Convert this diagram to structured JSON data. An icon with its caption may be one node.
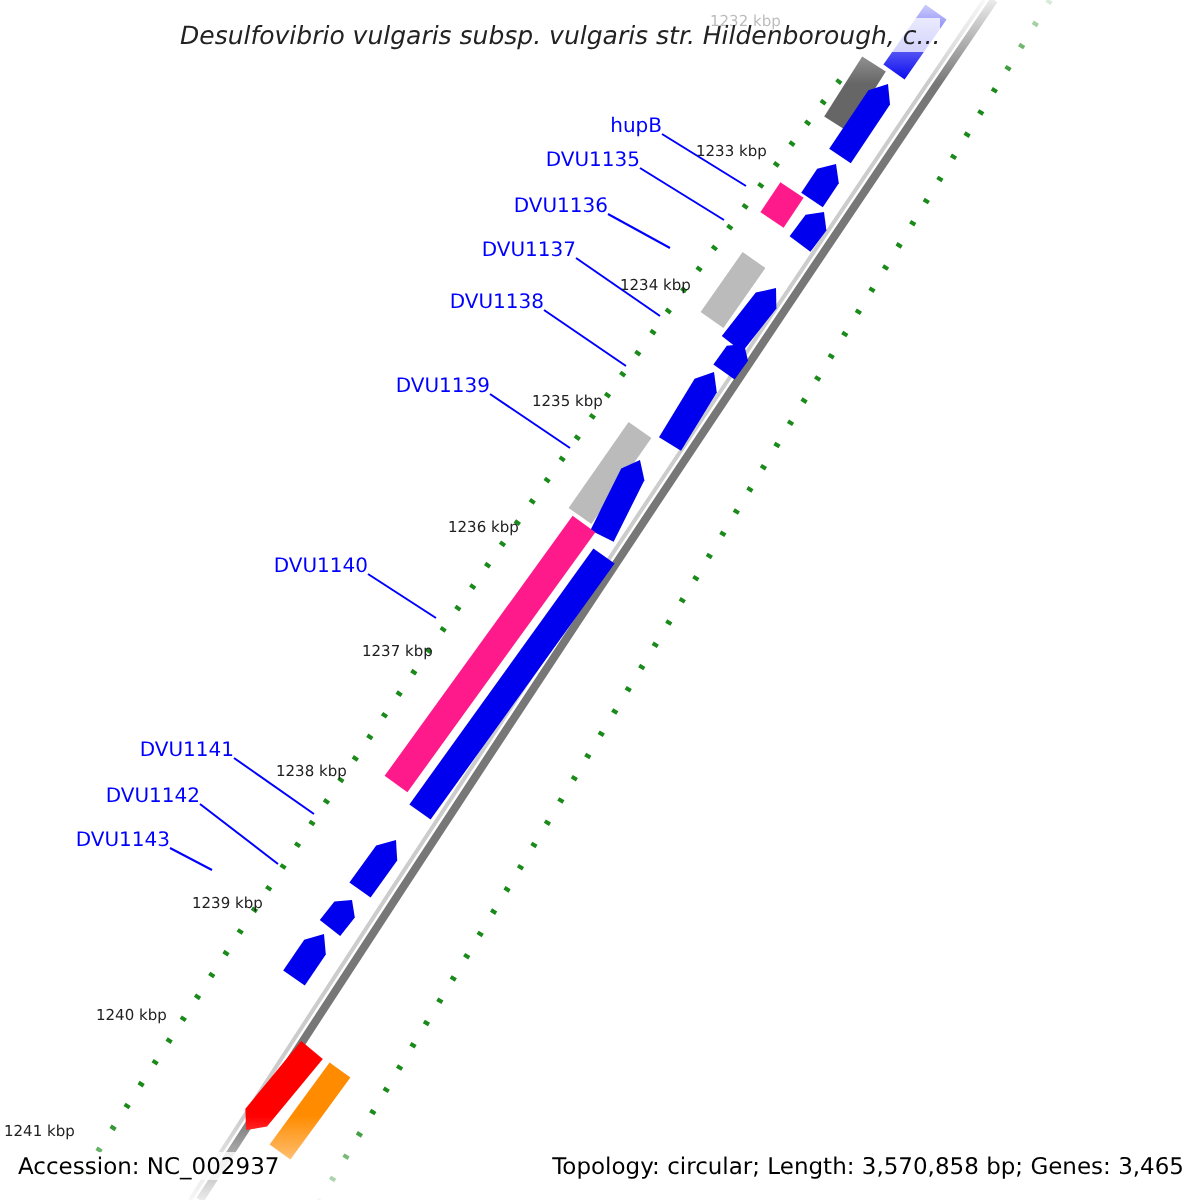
{
  "diagram": {
    "title": "Desulfovibrio vulgaris subsp. vulgaris str. Hildenborough, c...",
    "nodes": [
      {
        "text": [
          "hupB"
        ]
      },
      {
        "text": [
          "DVU1135"
        ]
      },
      {
        "text": [
          "DVU1136"
        ]
      },
      {
        "text": [
          "DVU1137"
        ]
      },
      {
        "text": [
          "DVU1138"
        ]
      },
      {
        "text": [
          "DVU1139"
        ]
      },
      {
        "text": [
          "DVU1140"
        ]
      },
      {
        "text": [
          "DVU1141"
        ]
      },
      {
        "text": [
          "DVU1142"
        ]
      },
      {
        "text": [
          "DVU1143"
        ]
      }
    ],
    "edges": [
      {
        "from": 0,
        "to": null,
        "arrow": "none"
      },
      {
        "from": 1,
        "to": null,
        "arrow": "none"
      },
      {
        "from": 2,
        "to": null,
        "arrow": "none"
      },
      {
        "from": 3,
        "to": null,
        "arrow": "none"
      },
      {
        "from": 4,
        "to": null,
        "arrow": "none"
      },
      {
        "from": 5,
        "to": null,
        "arrow": "none"
      },
      {
        "from": 6,
        "to": null,
        "arrow": "none"
      },
      {
        "from": 7,
        "to": null,
        "arrow": "none"
      },
      {
        "from": 8,
        "to": null,
        "arrow": "none"
      },
      {
        "from": 9,
        "to": null,
        "arrow": "none"
      }
    ],
    "labels": [
      "1232 kbp",
      "1233 kbp",
      "1234 kbp",
      "1235 kbp",
      "1236 kbp",
      "1237 kbp",
      "1238 kbp",
      "1239 kbp",
      "1240 kbp",
      "1241 kbp",
      "Accession: NC_002937",
      "Topology: circular; Length: 3,570,858 bp; Genes: 3,465"
    ]
  }
}
